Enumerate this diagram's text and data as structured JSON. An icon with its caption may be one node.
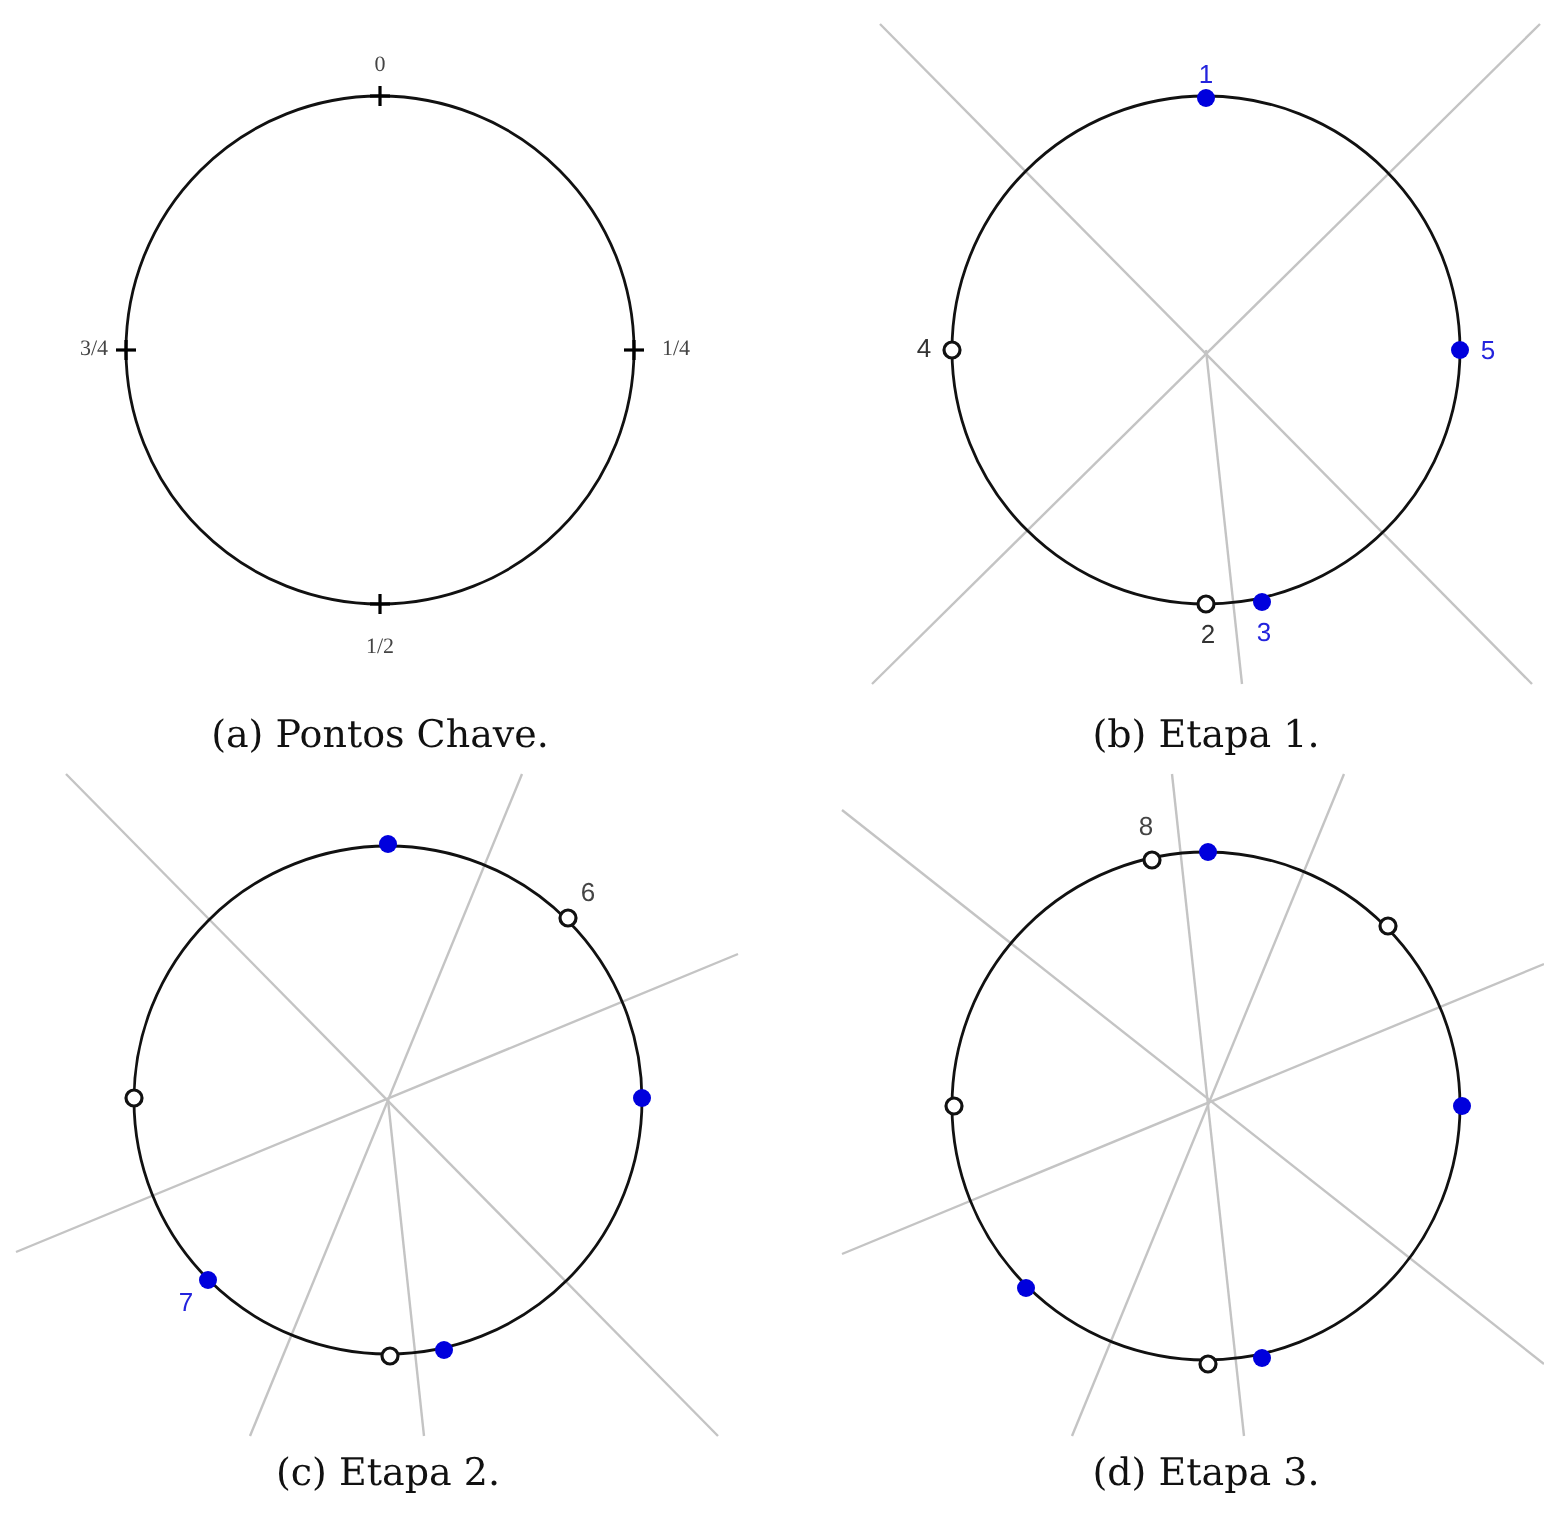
{
  "diagram": {
    "labels": [
      "0",
      "3/4",
      "1/4",
      "1/2",
      "(a) Pontos Chave.",
      "1",
      "4",
      "5",
      "2",
      "3",
      "(b) Etapa 1.",
      "6",
      "7",
      "(c) Etapa 2.",
      "8",
      "(d) Etapa 3."
    ]
  }
}
